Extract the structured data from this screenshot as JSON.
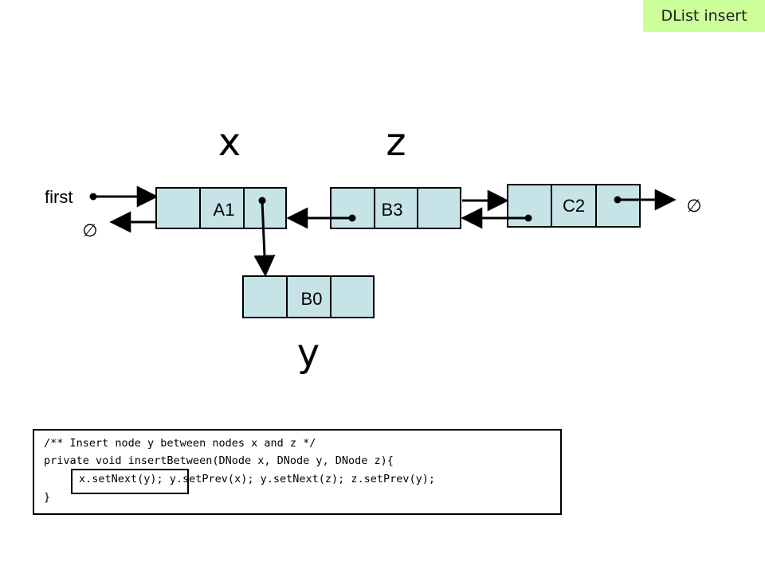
{
  "tag": {
    "label": "DList insert"
  },
  "labels": {
    "x": "x",
    "z": "z",
    "y": "y",
    "first": "first",
    "null_left": "∅",
    "null_right": "∅"
  },
  "nodes": {
    "a1": {
      "label": "A1"
    },
    "b3": {
      "label": "B3"
    },
    "c2": {
      "label": "C2"
    },
    "b0": {
      "label": "B0"
    }
  },
  "code": {
    "lines": [
      "/** Insert node y between nodes x and z */",
      "private void insertBetween(DNode x, DNode y, DNode z){",
      "x.setNext(y); y.setPrev(x); y.setNext(z); z.setPrev(y);",
      "}"
    ]
  },
  "colors": {
    "node_fill": "#c6e3e8",
    "tag_background": "#ccff99",
    "line": "#000000"
  }
}
